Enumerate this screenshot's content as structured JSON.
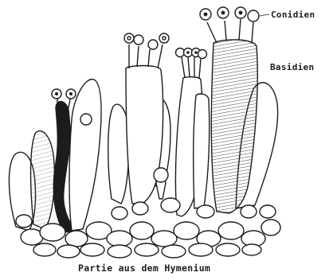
{
  "labels": {
    "conidien": "Conidien",
    "basidien": "Basidien",
    "caption": "Partie aus dem Hymenium"
  },
  "colors": {
    "ink": "#1c1c1c",
    "paper": "#ffffff"
  }
}
